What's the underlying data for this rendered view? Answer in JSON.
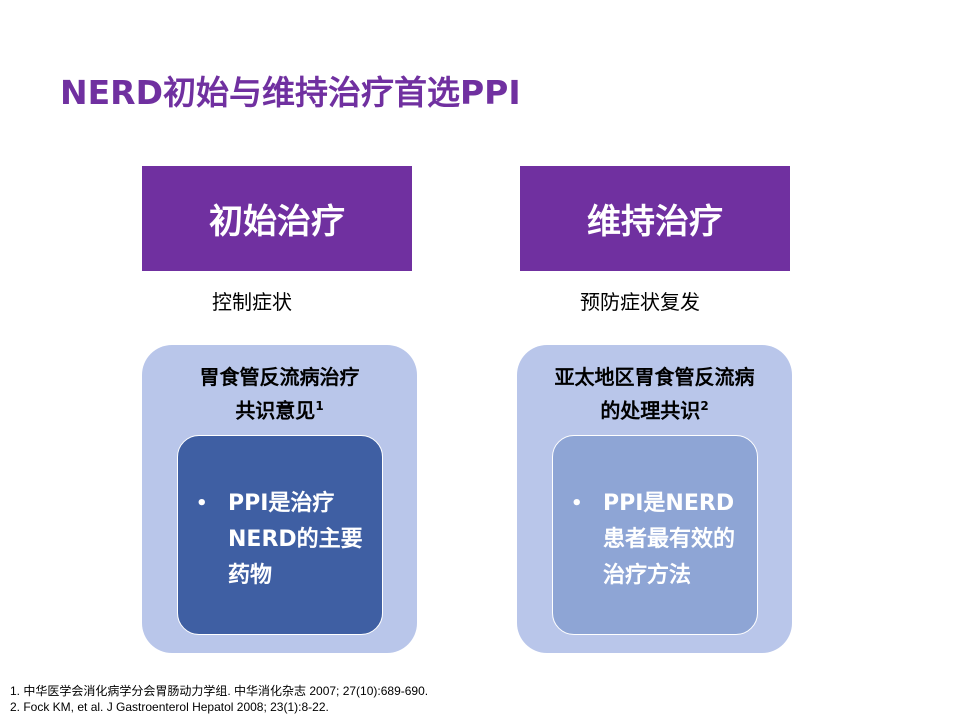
{
  "title": "NERD初始与维持治疗首选PPI",
  "columns": [
    {
      "header": "初始治疗",
      "subtitle": "控制症状",
      "panel_title_line1": "胃食管反流病治疗",
      "panel_title_line2": "共识意见",
      "panel_ref": "1",
      "bullet": "PPI是治疗NERD的主要药物"
    },
    {
      "header": "维持治疗",
      "subtitle": "预防症状复发",
      "panel_title_line1": "亚太地区胃食管反流病",
      "panel_title_line2": "的处理共识",
      "panel_ref": "2",
      "bullet": "PPI是NERD患者最有效的治疗方法"
    }
  ],
  "bullet_symbol": "•",
  "references": [
    "1. 中华医学会消化病学分会胃肠动力学组. 中华消化杂志 2007; 27(10):689-690.",
    "2. Fock KM, et al. J Gastroenterol Hepatol 2008; 23(1):8-22."
  ],
  "colors": {
    "accent": "#7030A0",
    "panel": "#B9C6EA",
    "box_dark": "#3F5FA3",
    "box_light": "#8EA5D5"
  }
}
